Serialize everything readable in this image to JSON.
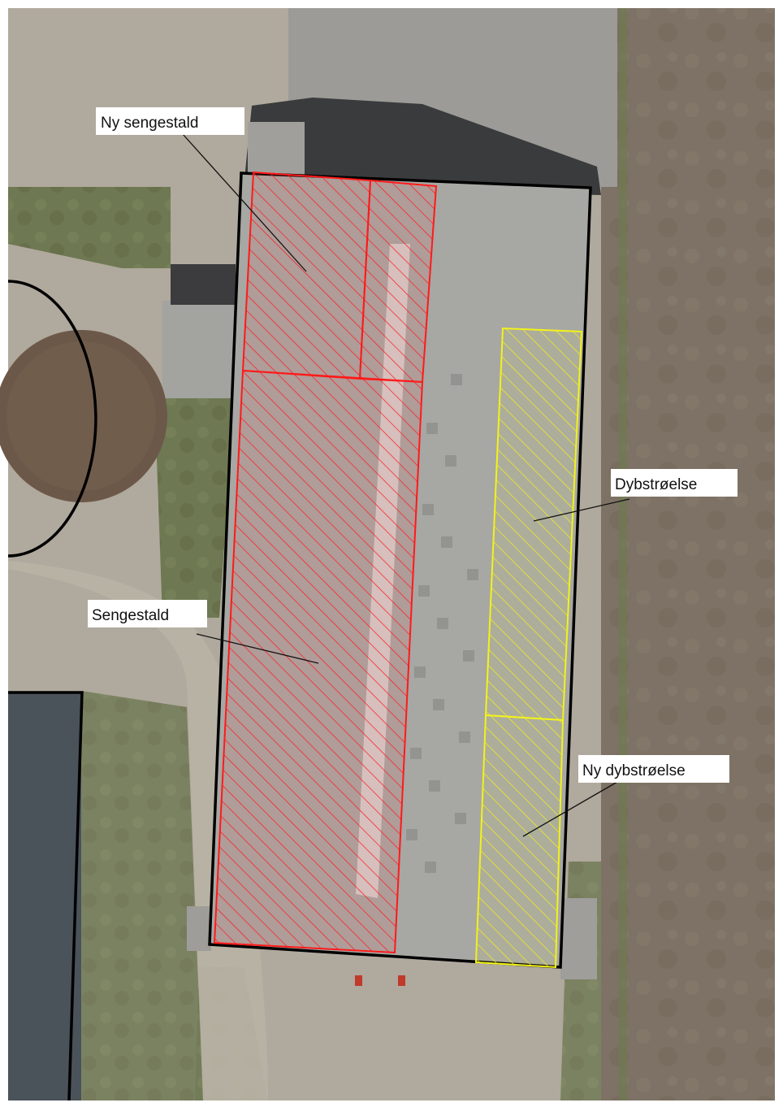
{
  "map": {
    "labels": {
      "ny_sengestald": "Ny sengestald",
      "sengestald": "Sengestald",
      "dybstroelse": "Dybstrøelse",
      "ny_dybstroelse": "Ny dybstrøelse"
    },
    "colors": {
      "sengestald_hatch": "#ff1a1a",
      "dybstroelse_hatch": "#f2f21a",
      "building_outline": "#000000",
      "roof": "#a9a9a6",
      "field": "#7f7467",
      "gravel": "#b3aca0",
      "grass": "#6f7a55",
      "slurry_tank": "#6e5a4a"
    }
  }
}
